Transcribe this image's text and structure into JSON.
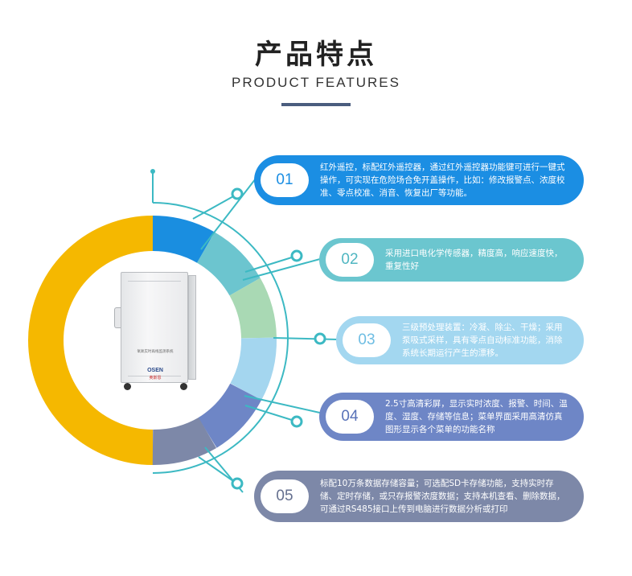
{
  "header": {
    "title": "产品特点",
    "subtitle": "PRODUCT FEATURES"
  },
  "device": {
    "label_line1": "氧氧实时再线监测系统",
    "label_line2": "",
    "brand": "OSEN",
    "brand_cn": "奥斯恩"
  },
  "colors": {
    "big_ring": "#f5b800",
    "seg1": "#1a8ee0",
    "seg2": "#6cc5cf",
    "seg3": "#a9d9b4",
    "seg4": "#a4d6ef",
    "seg5": "#6e86c6",
    "seg6": "#7d88a8",
    "connector": "#3cb9c3"
  },
  "features": [
    {
      "num": "01",
      "text": "红外遥控，标配红外遥控器，通过红外遥控器功能键可进行一键式操作，可实现在危险场合免开盖操作，比如：修改报警点、浓度校准、零点校准、消音、恢复出厂等功能。",
      "bg": "#1b8ee3",
      "num_color": "#1b8ee3"
    },
    {
      "num": "02",
      "text": "采用进口电化学传感器，精度高，响应速度快，重复性好",
      "bg": "#6bc6cf",
      "num_color": "#4fb6c1"
    },
    {
      "num": "03",
      "text": "三级预处理装置：冷凝、除尘、干燥；采用泵吸式采样，具有零点自动标准功能，消除系统长期运行产生的漂移。",
      "bg": "#a3d7f0",
      "num_color": "#6ebde3"
    },
    {
      "num": "04",
      "text": "2.5寸高清彩屏，显示实时浓度、报警、时间、温度、湿度、存储等信息；菜单界面采用高清仿真图形显示各个菜单的功能名称",
      "bg": "#6e86c6",
      "num_color": "#5872b8"
    },
    {
      "num": "05",
      "text": "标配10万条数据存储容量；可选配SD卡存储功能，支持实时存储、定时存储，或只存报警浓度数据；支持本机查看、删除数据，可通过RS485接口上传到电脑进行数据分析或打印",
      "bg": "#7d88a8",
      "num_color": "#65708f"
    }
  ]
}
